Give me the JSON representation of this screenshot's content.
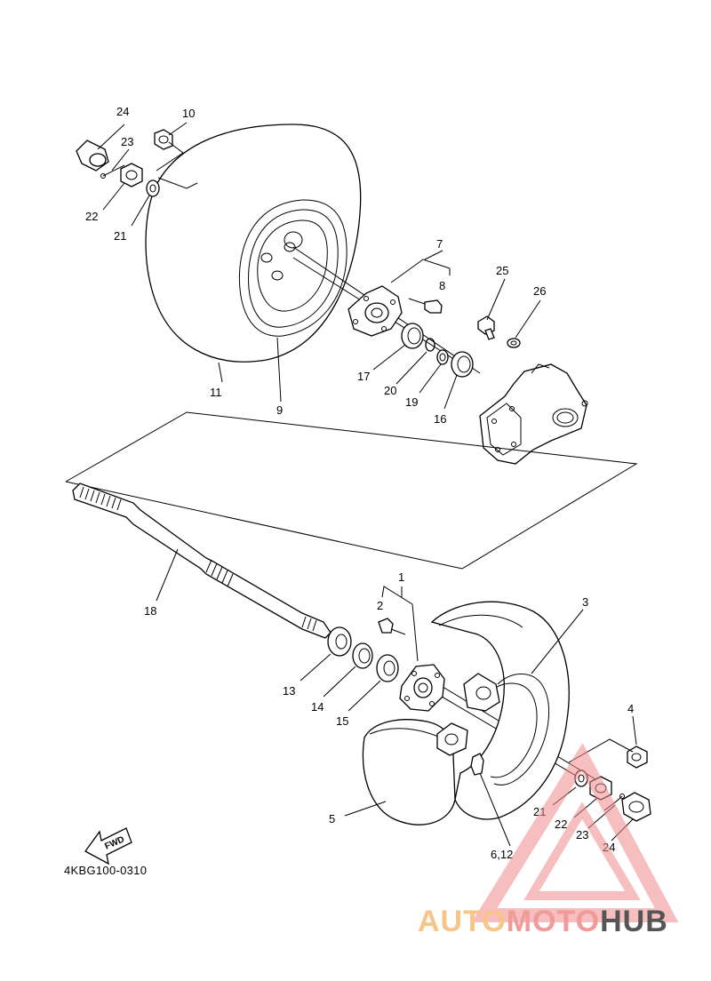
{
  "diagram_code": "4KBG100-0310",
  "fwd_label": "FWD",
  "watermark": {
    "part1": "AUTO",
    "part2": "MOTO",
    "part3": "HUB"
  },
  "colors": {
    "watermark_triangle": "#f08a8a",
    "watermark_orange": "#f7c48a",
    "watermark_gray": "#555555"
  },
  "callouts": [
    {
      "id": "c24a",
      "label": "24"
    },
    {
      "id": "c10",
      "label": "10"
    },
    {
      "id": "c23a",
      "label": "23"
    },
    {
      "id": "c22a",
      "label": "22"
    },
    {
      "id": "c21a",
      "label": "21"
    },
    {
      "id": "c7",
      "label": "7"
    },
    {
      "id": "c8",
      "label": "8"
    },
    {
      "id": "c25",
      "label": "25"
    },
    {
      "id": "c26",
      "label": "26"
    },
    {
      "id": "c17",
      "label": "17"
    },
    {
      "id": "c20",
      "label": "20"
    },
    {
      "id": "c19",
      "label": "19"
    },
    {
      "id": "c16",
      "label": "16"
    },
    {
      "id": "c11",
      "label": "11"
    },
    {
      "id": "c9",
      "label": "9"
    },
    {
      "id": "c18",
      "label": "18"
    },
    {
      "id": "c1",
      "label": "1"
    },
    {
      "id": "c2",
      "label": "2"
    },
    {
      "id": "c3",
      "label": "3"
    },
    {
      "id": "c13",
      "label": "13"
    },
    {
      "id": "c14",
      "label": "14"
    },
    {
      "id": "c15",
      "label": "15"
    },
    {
      "id": "c4",
      "label": "4"
    },
    {
      "id": "c5",
      "label": "5"
    },
    {
      "id": "c21b",
      "label": "21"
    },
    {
      "id": "c22b",
      "label": "22"
    },
    {
      "id": "c23b",
      "label": "23"
    },
    {
      "id": "c24b",
      "label": "24"
    },
    {
      "id": "c612",
      "label": "6,12"
    }
  ]
}
